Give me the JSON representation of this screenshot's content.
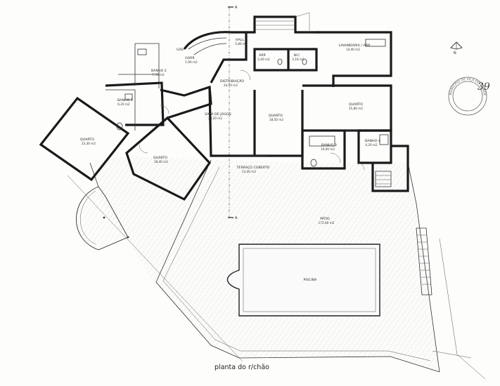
{
  "drawing": {
    "caption": "planta do r/chão",
    "section_mark": "A",
    "north_label": "N",
    "stamp_text": "MUNICÍPIO DE VILA DO CONDE",
    "handwritten": "39"
  },
  "rooms": {
    "hall": {
      "name": "HALL",
      "area": "5,80 m2"
    },
    "arr": {
      "name": "ARR",
      "area": "2,40 m2"
    },
    "wc": {
      "name": "W.C",
      "area": "3,18 m2"
    },
    "lavandaria": {
      "name": "LAVANDARIA / ARR",
      "area": "14,40 m2"
    },
    "gas": {
      "name": "GÁS",
      "area": ""
    },
    "garr": {
      "name": "GARR",
      "area": "1,90 m2"
    },
    "banho2": {
      "name": "BANHO 2",
      "area": "7,70 m2"
    },
    "banho1": {
      "name": "BANHO 1",
      "area": "6,20 m2"
    },
    "distribuicao": {
      "name": "DISTRIBUIÇÃO",
      "area": "24,10 m2"
    },
    "sala_jogos": {
      "name": "SALA DE JOGOS",
      "area": "23,20 m2"
    },
    "quarto_centro": {
      "name": "QUARTO",
      "area": "18,50 m2"
    },
    "quarto_direita": {
      "name": "QUARTO",
      "area": "25,80 m2"
    },
    "quarto_esquerda": {
      "name": "QUARTO",
      "area": "23,30 m2"
    },
    "quarto_baixo": {
      "name": "QUARTO",
      "area": "18,40 m2"
    },
    "banho3": {
      "name": "BANHO 3",
      "area": "10,00 m2"
    },
    "banho4": {
      "name": "BANHO 4",
      "area": "4,20 m2"
    },
    "terraco": {
      "name": "TERRAÇO COBERTO",
      "area": "23,40 m2"
    },
    "patio": {
      "name": "PÁTIO",
      "area": "172,60 m2"
    },
    "piscina": {
      "name": "PISCINA",
      "area": ""
    }
  }
}
